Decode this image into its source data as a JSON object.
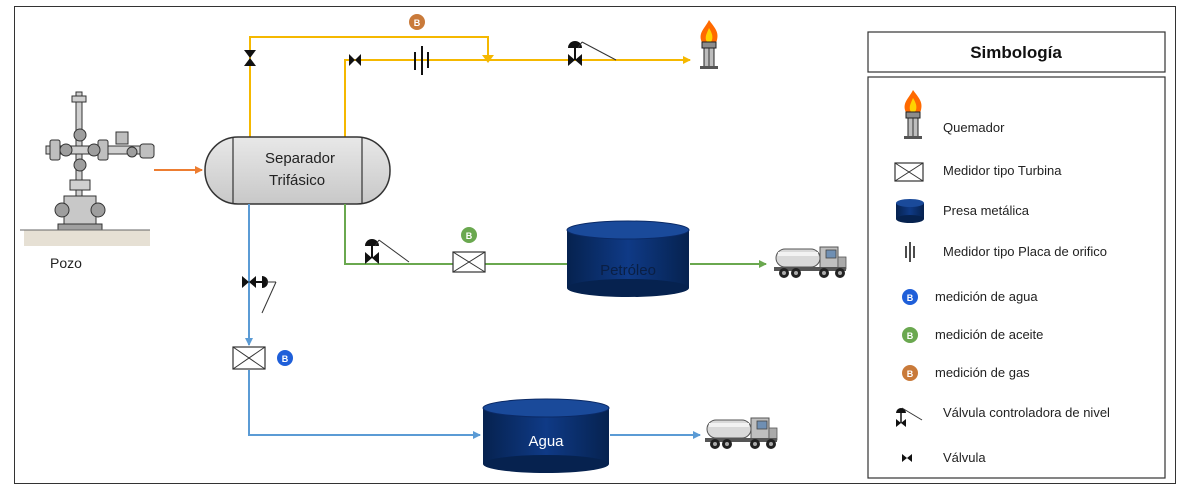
{
  "colors": {
    "gas": "#f5b800",
    "oil": "#6aa84f",
    "water": "#5b9bd5",
    "inlet": "#ed7d31",
    "tank": "#0b2a66",
    "gas_meter": "#c97a3a",
    "oil_meter": "#6aa84f",
    "water_meter": "#1f5fd9"
  },
  "diagram": {
    "pozo_label": "Pozo",
    "separator_line1": "Separador",
    "separator_line2": "Trifásico",
    "petroleo_tank_label": "Petróleo",
    "agua_tank_label": "Agua"
  },
  "legend": {
    "title": "Simbología",
    "items": [
      {
        "label": "Quemador",
        "icon": "burner-icon"
      },
      {
        "label": "Medidor tipo Turbina",
        "icon": "turbine-meter-icon"
      },
      {
        "label": "Presa metálica",
        "icon": "tank-icon"
      },
      {
        "label": "Medidor tipo Placa de orifico",
        "icon": "orifice-plate-icon"
      },
      {
        "label": "medición de agua",
        "icon": "water-meter-icon"
      },
      {
        "label": "medición de aceite",
        "icon": "oil-meter-icon"
      },
      {
        "label": "medición de gas",
        "icon": "gas-meter-icon"
      },
      {
        "label": "Válvula controladora de nivel",
        "icon": "level-control-valve-icon"
      },
      {
        "label": "Válvula",
        "icon": "valve-icon"
      }
    ]
  }
}
